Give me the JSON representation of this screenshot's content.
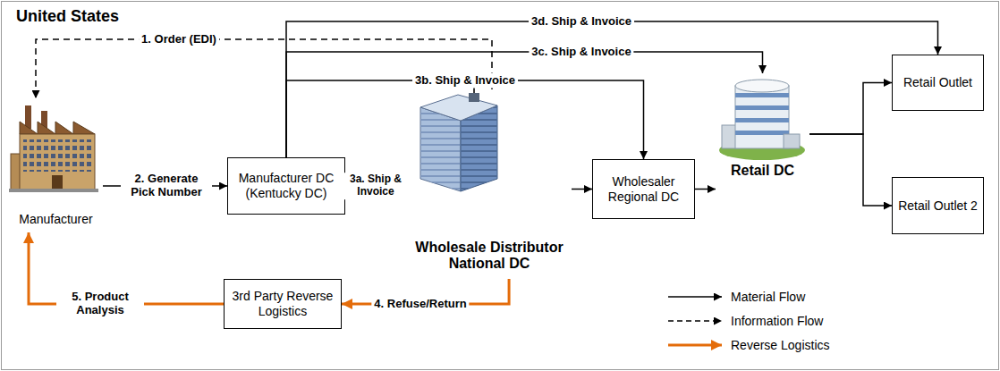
{
  "diagram": {
    "title": "United States",
    "nodes": [
      {
        "text": [
          "Manufacturer"
        ]
      },
      {
        "text": [
          "Manufacturer DC (Kentucky DC)"
        ]
      },
      {
        "text": [
          "Wholesale Distributor National DC"
        ]
      },
      {
        "text": [
          "Wholesaler Regional DC"
        ]
      },
      {
        "text": [
          "Retail DC"
        ]
      },
      {
        "text": [
          "Retail Outlet"
        ]
      },
      {
        "text": [
          "Retail Outlet 2"
        ]
      },
      {
        "text": [
          "3rd Party Reverse Logistics"
        ]
      }
    ],
    "edges": [
      {
        "from": 2,
        "to": 0,
        "label": "1. Order (EDI)",
        "arrow": "to"
      },
      {
        "from": 0,
        "to": 1,
        "label": "2. Generate Pick Number",
        "arrow": "to"
      },
      {
        "from": 1,
        "to": 2,
        "label": "3a. Ship & Invoice",
        "arrow": "to"
      },
      {
        "from": 1,
        "to": 3,
        "label": "3b. Ship & Invoice",
        "arrow": "to"
      },
      {
        "from": 1,
        "to": 4,
        "label": "3c. Ship & Invoice",
        "arrow": "to"
      },
      {
        "from": 1,
        "to": 5,
        "label": "3d. Ship & Invoice",
        "arrow": "to"
      },
      {
        "from": 2,
        "to": 3,
        "arrow": "to"
      },
      {
        "from": 3,
        "to": 4,
        "arrow": "to"
      },
      {
        "from": 4,
        "to": 5,
        "arrow": "to"
      },
      {
        "from": 4,
        "to": 6,
        "arrow": "to"
      },
      {
        "from": 2,
        "to": 7,
        "label": "4. Refuse/Return",
        "arrow": "to"
      },
      {
        "from": 7,
        "to": 0,
        "label": "5. Product Analysis",
        "arrow": "to"
      }
    ],
    "legend": [
      {
        "text": "Material Flow"
      },
      {
        "text": "Information Flow"
      },
      {
        "text": "Reverse Logistics"
      }
    ]
  }
}
